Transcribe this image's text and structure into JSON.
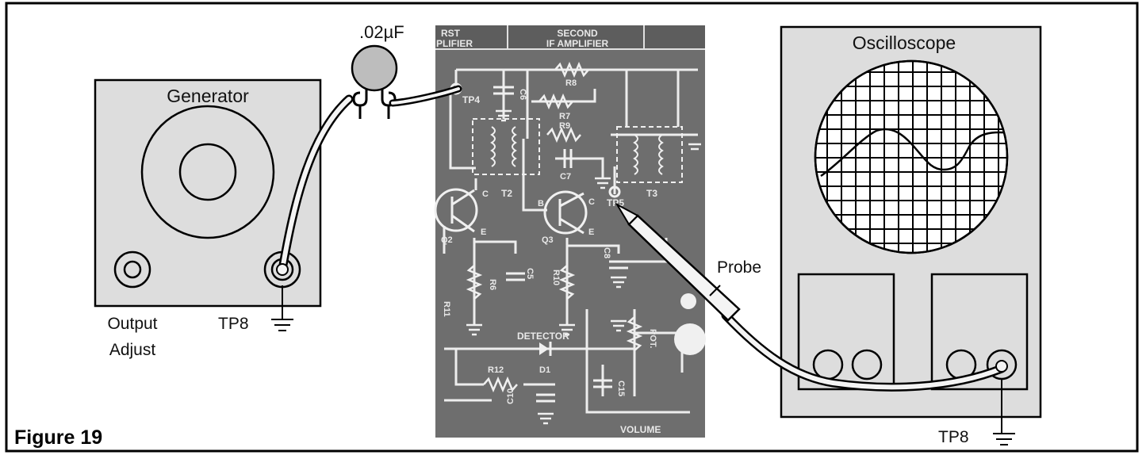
{
  "figure": {
    "caption": "Figure 19"
  },
  "generator": {
    "title": "Generator",
    "output_adjust_label_line1": "Output",
    "output_adjust_label_line2": "Adjust",
    "tp_label": "TP8"
  },
  "capacitor": {
    "label": ".02µF"
  },
  "oscilloscope": {
    "title": "Oscilloscope",
    "tp_label": "TP8"
  },
  "probe": {
    "label": "Probe"
  },
  "pcb": {
    "header_left_1": "RST",
    "header_left_2": "PLIFIER",
    "header_mid_1": "SECOND",
    "header_mid_2": "IF AMPLIFIER",
    "tp4": "TP4",
    "tp5": "TP5",
    "c6": "C6",
    "r8": "R8",
    "r7": "R7",
    "r9": "R9",
    "c7": "C7",
    "t2": "T2",
    "t3": "T3",
    "q2": "Q2",
    "q3": "Q3",
    "r6": "R6",
    "c5": "C5",
    "r10": "R10",
    "c8": "C8",
    "r11": "R11",
    "detector": "DETECTOR",
    "d1": "D1",
    "r12": "R12",
    "c10": "C10",
    "c15": "C15",
    "pot": "POT.",
    "volume": "VOLUME",
    "pin_c1": "C",
    "pin_b": "B",
    "pin_c2": "C",
    "pin_e1": "E",
    "pin_e2": "E"
  },
  "colors": {
    "frame": "#000000",
    "panel_fill": "#dddddd",
    "pcb_fill": "#6e6e6e",
    "pcb_trace": "#ededed",
    "probe_fill": "#f4f4f4"
  }
}
